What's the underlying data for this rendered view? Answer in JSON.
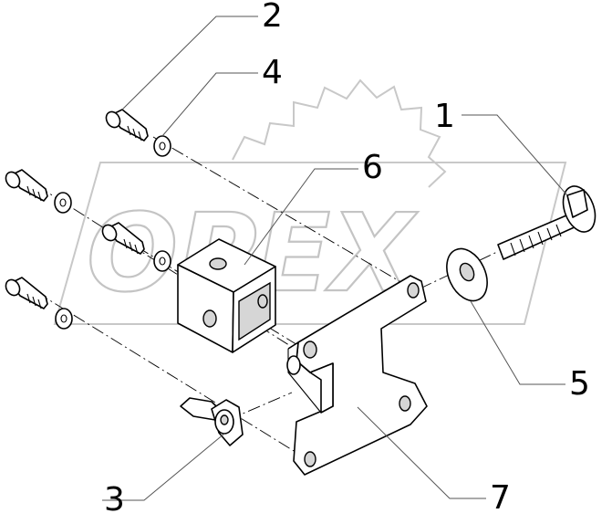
{
  "figure": {
    "watermark_text": "OPEX",
    "callouts": [
      {
        "id": "1",
        "label": "1"
      },
      {
        "id": "2",
        "label": "2"
      },
      {
        "id": "3",
        "label": "3"
      },
      {
        "id": "4",
        "label": "4"
      },
      {
        "id": "5",
        "label": "5"
      },
      {
        "id": "6",
        "label": "6"
      },
      {
        "id": "7",
        "label": "7"
      }
    ],
    "parts": [
      {
        "number": "1",
        "kind": "carriage-bolt"
      },
      {
        "number": "2",
        "kind": "socket-head-cap-screw"
      },
      {
        "number": "3",
        "kind": "wing-nut"
      },
      {
        "number": "4",
        "kind": "washer"
      },
      {
        "number": "5",
        "kind": "washer"
      },
      {
        "number": "6",
        "kind": "square-tube-clamp"
      },
      {
        "number": "7",
        "kind": "mounting-bracket"
      }
    ],
    "colors": {
      "line": "#000000",
      "watermark": "#c8c8c8",
      "shade": "#d6d6d6",
      "background": "#ffffff"
    }
  }
}
